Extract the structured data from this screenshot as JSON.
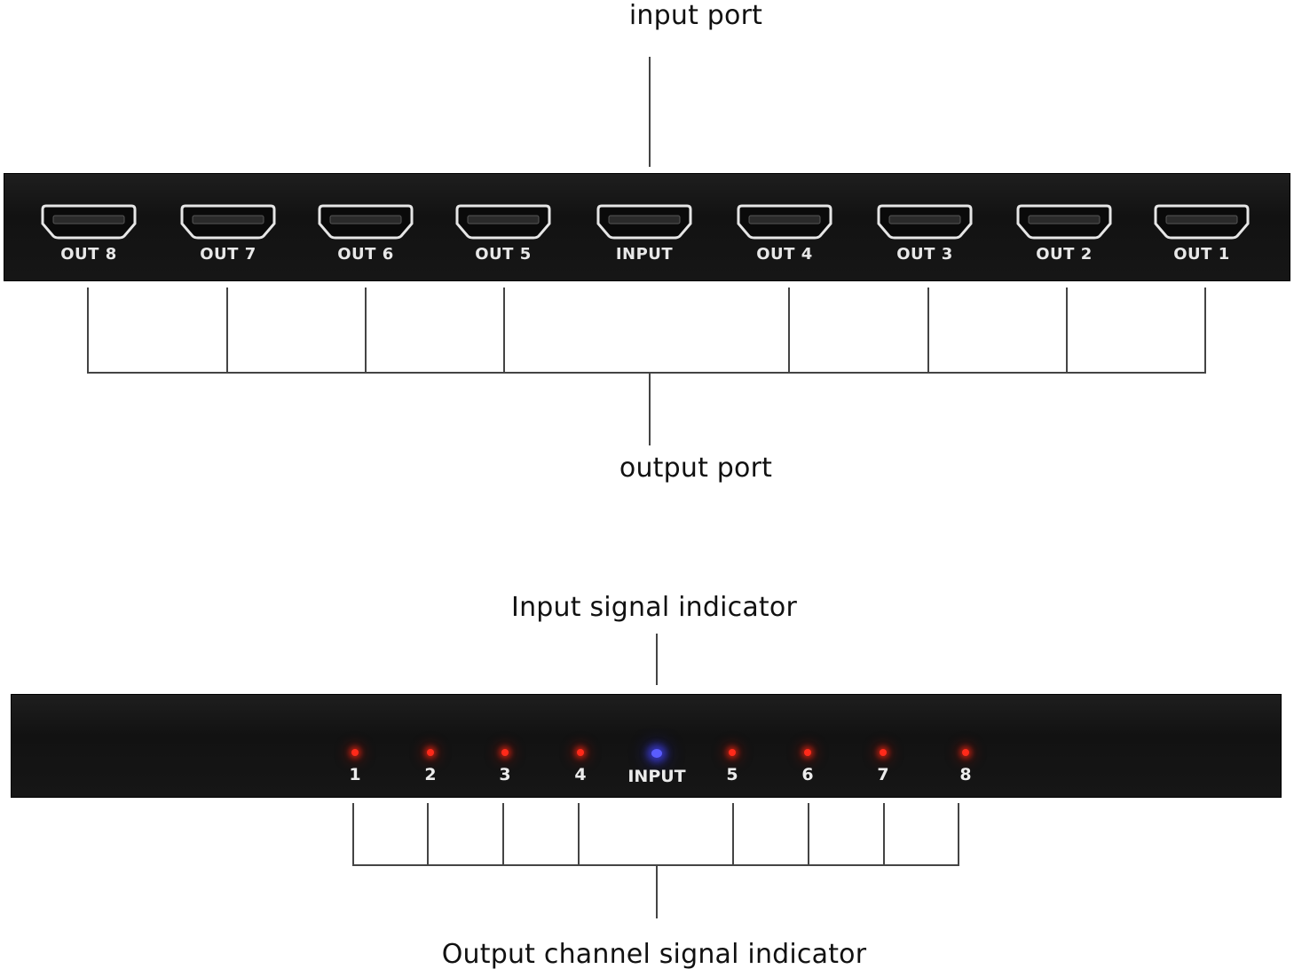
{
  "labels": {
    "input_port": "input port",
    "output_port": "output port",
    "input_signal_indicator": "Input signal indicator",
    "output_channel_signal_indicator": "Output channel signal indicator"
  },
  "rear_panel": {
    "ports": [
      "OUT 8",
      "OUT 7",
      "OUT 6",
      "OUT 5",
      "INPUT",
      "OUT 4",
      "OUT 3",
      "OUT 2",
      "OUT 1"
    ]
  },
  "front_panel": {
    "leds": [
      {
        "label": "1",
        "color": "red"
      },
      {
        "label": "2",
        "color": "red"
      },
      {
        "label": "3",
        "color": "red"
      },
      {
        "label": "4",
        "color": "red"
      },
      {
        "label": "INPUT",
        "color": "blue"
      },
      {
        "label": "5",
        "color": "red"
      },
      {
        "label": "6",
        "color": "red"
      },
      {
        "label": "7",
        "color": "red"
      },
      {
        "label": "8",
        "color": "red"
      }
    ]
  },
  "colors": {
    "panel": "#161616",
    "led_red": "#ff2a1a",
    "led_blue": "#5a5cff",
    "connector": "#e6e6e6"
  }
}
